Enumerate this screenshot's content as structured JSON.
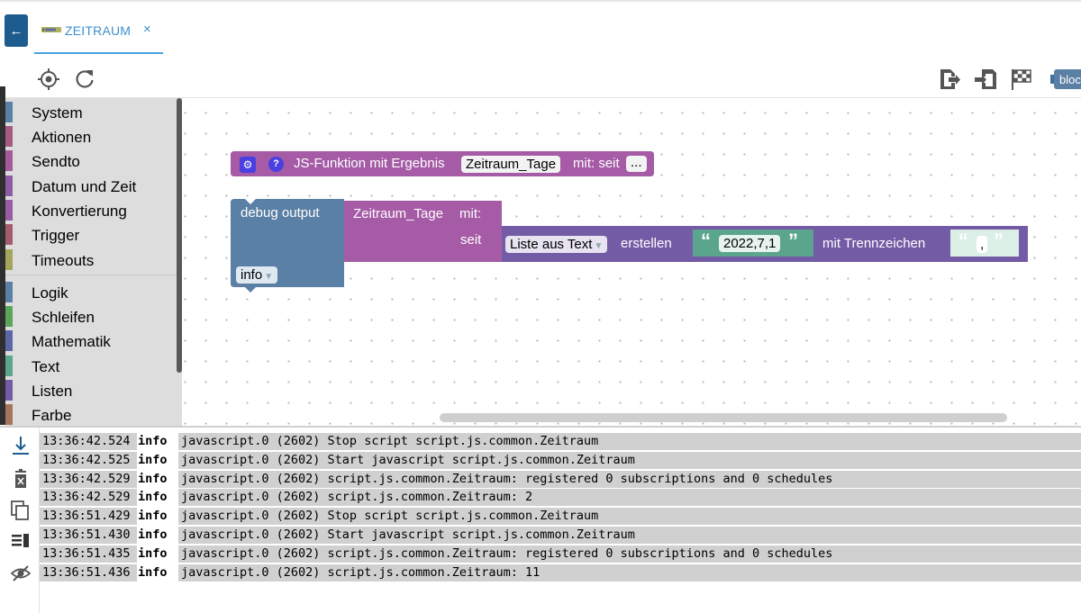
{
  "tab": {
    "title": "ZEITRAUM",
    "close": "×",
    "back": "←"
  },
  "toolbar": {
    "blocks_label": "bloc"
  },
  "toolbox": {
    "categories": [
      {
        "label": "System",
        "color": "#5b80a5"
      },
      {
        "label": "Aktionen",
        "color": "#a55b80"
      },
      {
        "label": "Sendto",
        "color": "#a55b99"
      },
      {
        "label": "Datum und Zeit",
        "color": "#8e5ba5"
      },
      {
        "label": "Konvertierung",
        "color": "#9a5ba5"
      },
      {
        "label": "Trigger",
        "color": "#a55b6e"
      },
      {
        "label": "Timeouts",
        "color": "#a5a55b"
      },
      {
        "label": "Logik",
        "color": "#5b80a5"
      },
      {
        "label": "Schleifen",
        "color": "#5ba55b"
      },
      {
        "label": "Mathematik",
        "color": "#5b67a5"
      },
      {
        "label": "Text",
        "color": "#5ba58c"
      },
      {
        "label": "Listen",
        "color": "#745ba5"
      },
      {
        "label": "Farbe",
        "color": "#a5745b"
      }
    ]
  },
  "blocks": {
    "function_def": {
      "gear": "⚙",
      "help": "?",
      "prefix": "JS-Funktion mit Ergebnis",
      "name": "Zeitraum_Tage",
      "params": "mit: seit",
      "more": "...",
      "color": "#a55ba5"
    },
    "debug": {
      "label": "debug output",
      "level": "info",
      "color": "#5b80a5"
    },
    "call": {
      "name": "Zeitraum_Tage",
      "mit": "mit:",
      "seit": "seit",
      "color": "#a55ba5"
    },
    "list_from_text": {
      "mode": "Liste aus Text",
      "action": "erstellen",
      "delimiter_label": "mit Trennzeichen",
      "color": "#745ba5"
    },
    "text_value": {
      "open_quote": "“",
      "value": "2022,7,1",
      "close_quote": "”",
      "color": "#5ba58c"
    },
    "text_delim": {
      "open_quote": "“",
      "value": ",",
      "close_quote": "”",
      "color": "#5ba58c"
    }
  },
  "log": {
    "entries": [
      {
        "time": "13:36:42.524",
        "level": "info",
        "message": "javascript.0 (2602) Stop script script.js.common.Zeitraum"
      },
      {
        "time": "13:36:42.525",
        "level": "info",
        "message": "javascript.0 (2602) Start javascript script.js.common.Zeitraum"
      },
      {
        "time": "13:36:42.529",
        "level": "info",
        "message": "javascript.0 (2602) script.js.common.Zeitraum: registered 0 subscriptions and 0 schedules"
      },
      {
        "time": "13:36:42.529",
        "level": "info",
        "message": "javascript.0 (2602) script.js.common.Zeitraum: 2"
      },
      {
        "time": "13:36:51.429",
        "level": "info",
        "message": "javascript.0 (2602) Stop script script.js.common.Zeitraum"
      },
      {
        "time": "13:36:51.430",
        "level": "info",
        "message": "javascript.0 (2602) Start javascript script.js.common.Zeitraum"
      },
      {
        "time": "13:36:51.435",
        "level": "info",
        "message": "javascript.0 (2602) script.js.common.Zeitraum: registered 0 subscriptions and 0 schedules"
      },
      {
        "time": "13:36:51.436",
        "level": "info",
        "message": "javascript.0 (2602) script.js.common.Zeitraum: 11"
      }
    ]
  }
}
